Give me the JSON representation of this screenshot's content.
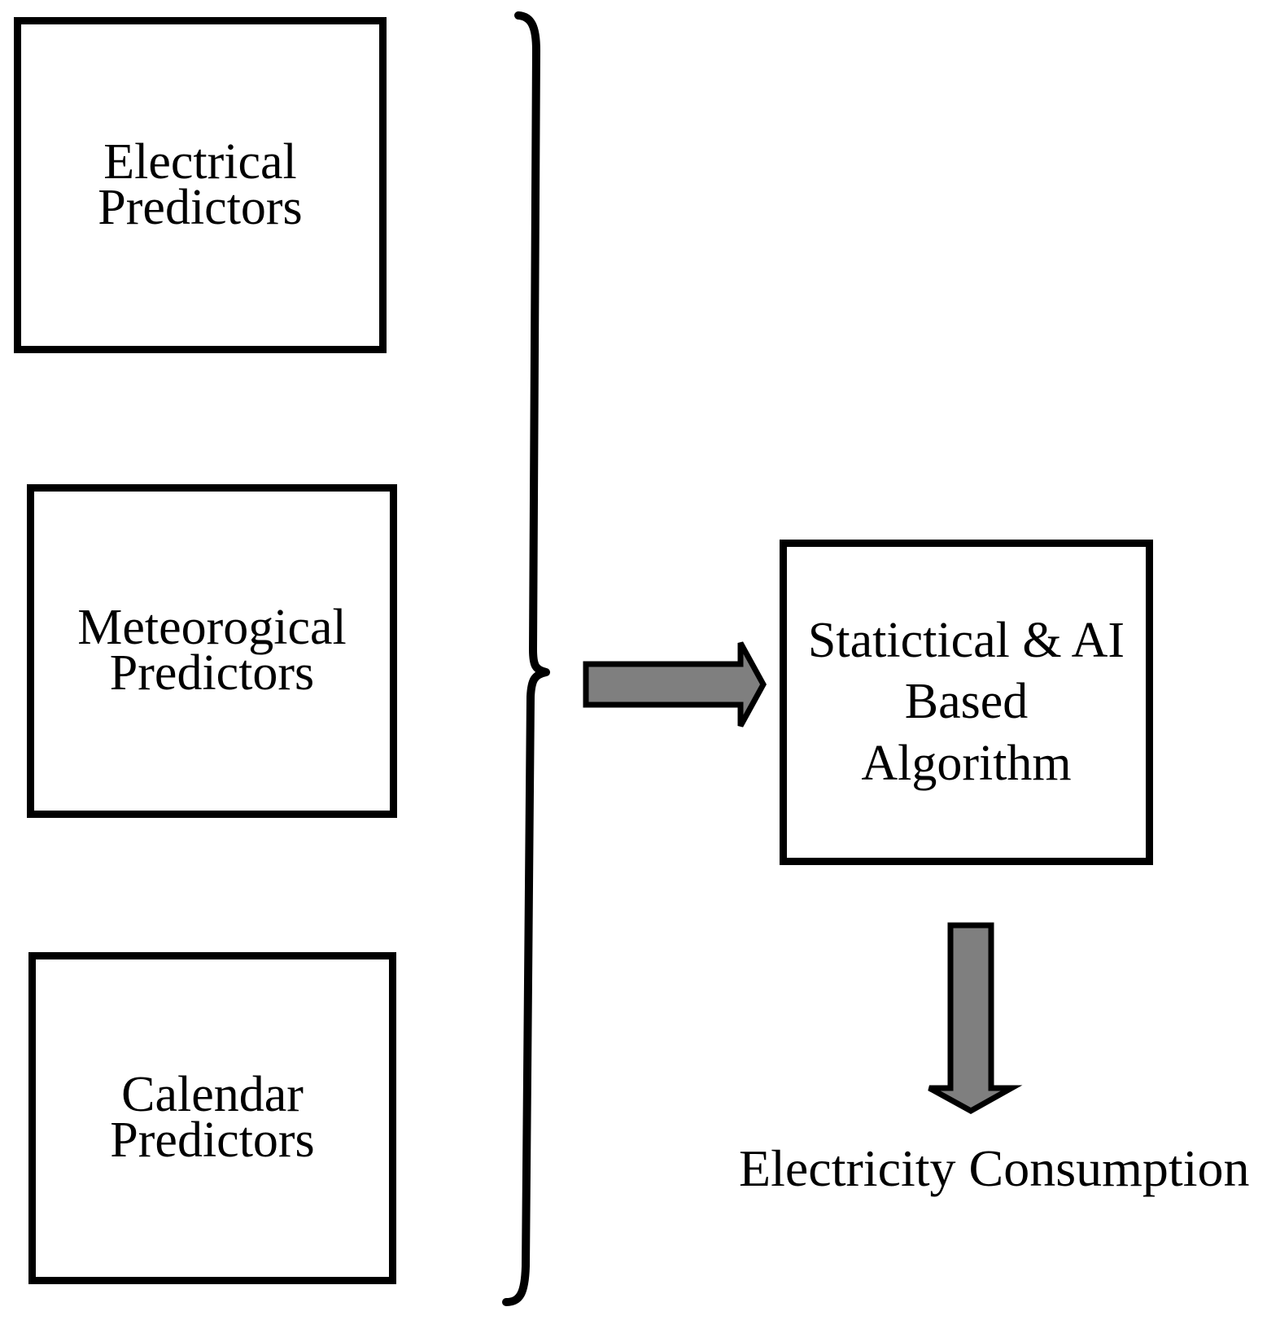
{
  "diagram": {
    "predictor_boxes": [
      {
        "label": "Electrical\nPredictors"
      },
      {
        "label": "Meteorogical\nPredictors"
      },
      {
        "label": "Calendar\nPredictors"
      }
    ],
    "algorithm_box": {
      "label": "Statictical & AI\nBased\nAlgorithm"
    },
    "output_label": "Electricity Consumption",
    "colors": {
      "arrow_fill": "#7f7f7f",
      "line": "#000000",
      "background": "#ffffff"
    }
  }
}
